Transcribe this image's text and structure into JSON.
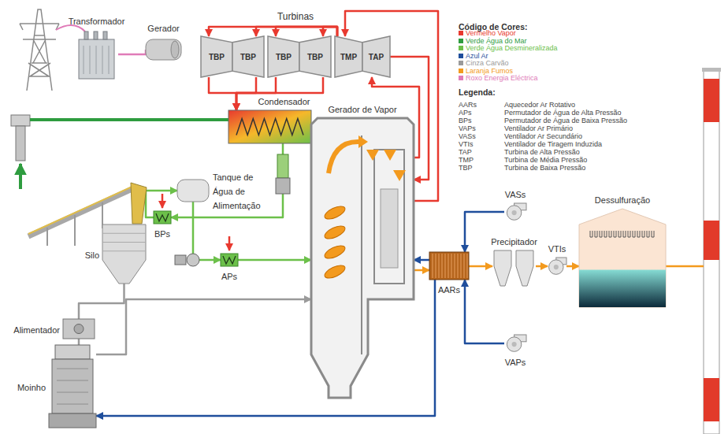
{
  "diagram": {
    "nodes": [
      {
        "text": [
          "Transformador"
        ]
      },
      {
        "text": [
          "Gerador"
        ]
      },
      {
        "text": [
          "Turbinas"
        ]
      },
      {
        "text": [
          "TBP"
        ],
        "in": 2
      },
      {
        "text": [
          "TBP"
        ],
        "in": 2
      },
      {
        "text": [
          "TBP"
        ],
        "in": 2
      },
      {
        "text": [
          "TBP"
        ],
        "in": 2
      },
      {
        "text": [
          "TMP"
        ],
        "in": 2
      },
      {
        "text": [
          "TAP"
        ],
        "in": 2
      },
      {
        "text": [
          "Condensador"
        ]
      },
      {
        "text": [
          "Silo"
        ]
      },
      {
        "text": [
          "Alimentador"
        ]
      },
      {
        "text": [
          "Moinho"
        ]
      },
      {
        "text": [
          "BPs"
        ]
      },
      {
        "text": [
          "Tanque de Água de Alimentação"
        ]
      },
      {
        "text": [
          "APs"
        ]
      },
      {
        "text": [
          "Gerador de Vapor"
        ]
      },
      {
        "text": [
          "AARs"
        ]
      },
      {
        "text": [
          "VASs"
        ]
      },
      {
        "text": [
          "Precipitador"
        ]
      },
      {
        "text": [
          "VTIs"
        ]
      },
      {
        "text": [
          "Dessulfuração"
        ]
      },
      {
        "text": [
          "VAPs"
        ]
      }
    ],
    "edges": [
      {
        "from": 1,
        "to": 0,
        "arrow": "none"
      },
      {
        "from": 16,
        "to": 8,
        "arrow": "to"
      },
      {
        "from": 8,
        "to": 16,
        "arrow": "to"
      },
      {
        "from": 16,
        "to": 7,
        "arrow": "to"
      },
      {
        "from": 7,
        "to": 3,
        "arrow": "to"
      },
      {
        "from": 7,
        "to": 4,
        "arrow": "to"
      },
      {
        "from": 7,
        "to": 5,
        "arrow": "to"
      },
      {
        "from": 7,
        "to": 6,
        "arrow": "to"
      },
      {
        "from": 3,
        "to": 9,
        "arrow": "to"
      },
      {
        "from": 4,
        "to": 9,
        "arrow": "to"
      },
      {
        "from": 5,
        "to": 9,
        "arrow": "to"
      },
      {
        "from": 6,
        "to": 9,
        "arrow": "to"
      },
      {
        "from": 9,
        "to": 13,
        "arrow": "to"
      },
      {
        "from": 13,
        "to": 14,
        "arrow": "to"
      },
      {
        "from": 14,
        "to": 15,
        "arrow": "to"
      },
      {
        "from": 15,
        "to": 16,
        "arrow": "to"
      },
      {
        "from": 10,
        "to": 11,
        "arrow": "none"
      },
      {
        "from": 11,
        "to": 12,
        "arrow": "none"
      },
      {
        "from": 12,
        "to": 16,
        "arrow": "to"
      },
      {
        "from": 17,
        "to": 16,
        "arrow": "to"
      },
      {
        "from": 16,
        "to": 17,
        "arrow": "to"
      },
      {
        "from": 17,
        "to": 12,
        "arrow": "to"
      },
      {
        "from": 18,
        "to": 17,
        "arrow": "to"
      },
      {
        "from": 22,
        "to": 17,
        "arrow": "to"
      },
      {
        "from": 17,
        "to": 19,
        "arrow": "to"
      },
      {
        "from": 19,
        "to": 20,
        "arrow": "to"
      },
      {
        "from": 20,
        "to": 21,
        "arrow": "to"
      }
    ],
    "labels": [
      "Código de Cores:",
      "Legenda:",
      "AARs",
      "Aquecedor Ar Rotativo",
      "APs",
      "Permutador de Água de Alta Pressão",
      "BPs",
      "Permutador de Água de Baixa Pressão",
      "VAPs",
      "Ventilador Ar Primário",
      "VASs",
      "Ventilador Ar Secundário",
      "VTIs",
      "Ventilador de Tiragem Induzida",
      "TAP",
      "Turbina de Alta Pressão",
      "TMP",
      "Turbina de Média Pressão",
      "TBP",
      "Turbina de Baixa Pressão"
    ],
    "legend": [
      {
        "text": "Vermelho Vapor",
        "color": "#e8392f"
      },
      {
        "text": "Verde Água do Mar",
        "color": "#2e9c3f"
      },
      {
        "text": "Verde Água Desmineralizada",
        "color": "#6cc04a"
      },
      {
        "text": "Azul Ar",
        "color": "#1f4e9c"
      },
      {
        "text": "Cinza Carvão",
        "color": "#9a9a9a"
      },
      {
        "text": "Laranja Fumos",
        "color": "#f39a1e"
      },
      {
        "text": "Roxo Energia Eléctrica",
        "color": "#e07bb8"
      }
    ]
  }
}
